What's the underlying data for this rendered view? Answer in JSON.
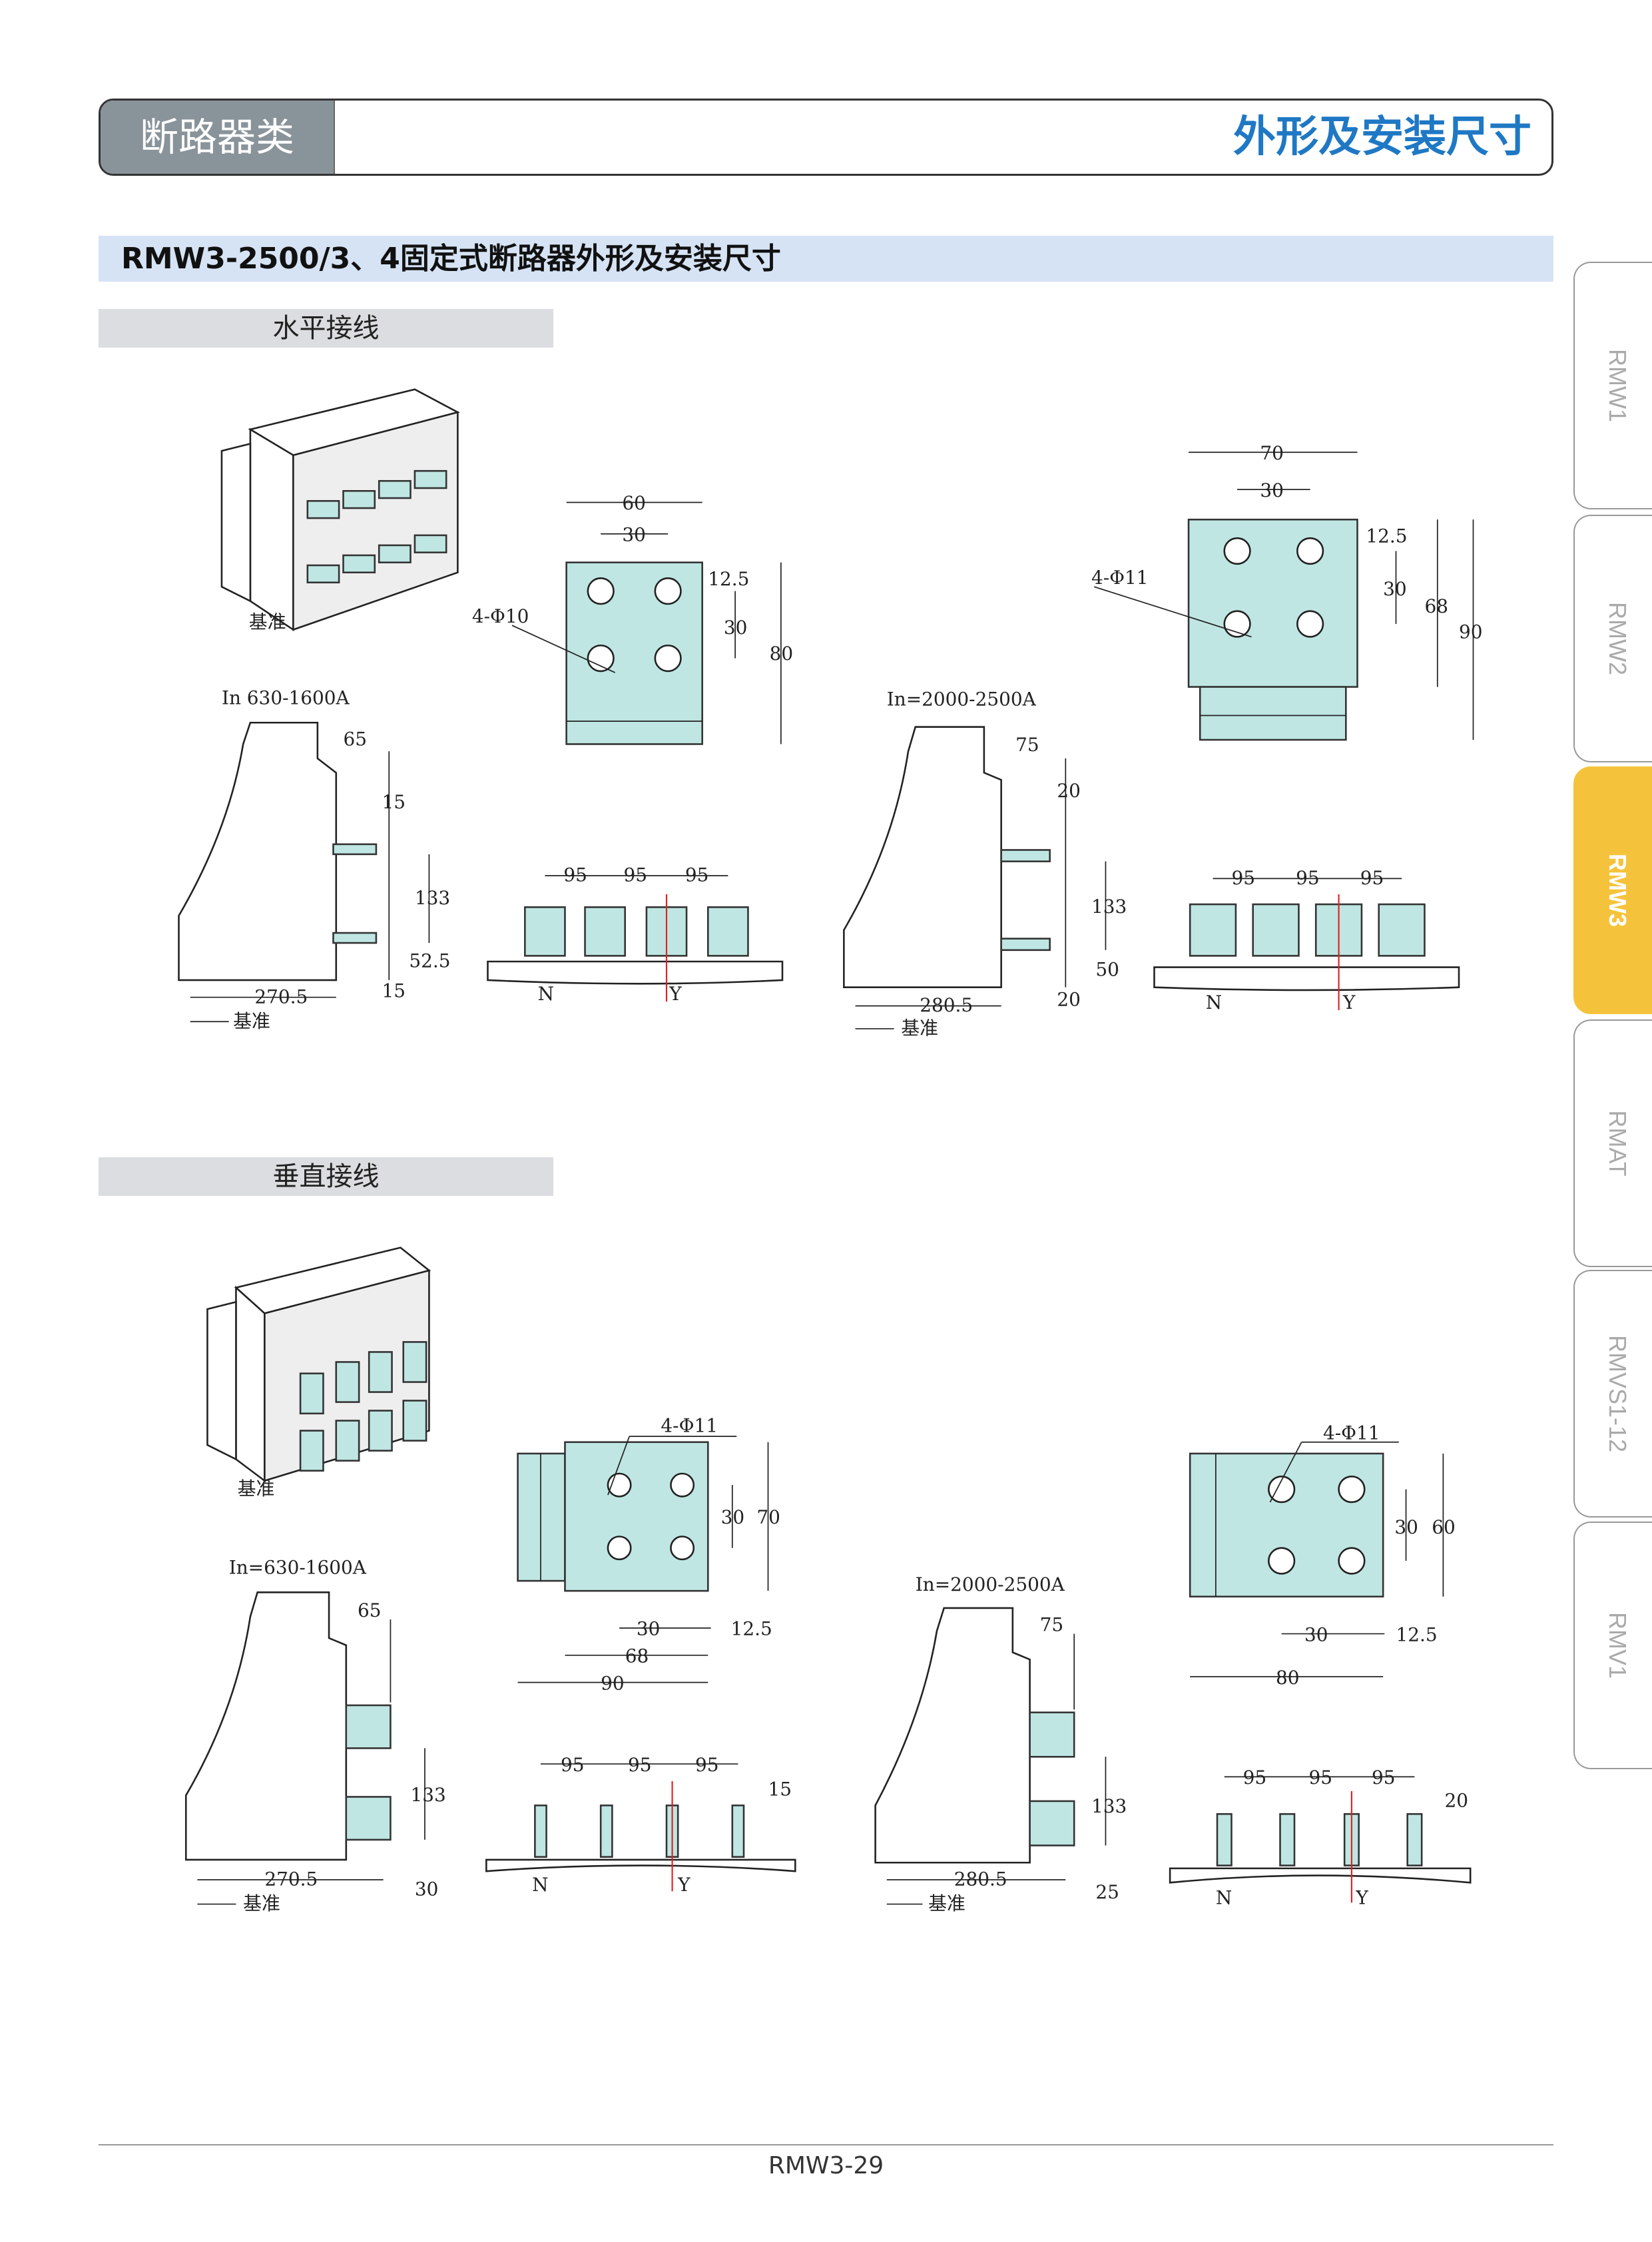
{
  "header": {
    "category": "断路器类",
    "title": "外形及安装尺寸"
  },
  "section_title": "RMW3-2500/3、4固定式断路器外形及安装尺寸",
  "subsections": {
    "horizontal": "水平接线",
    "vertical": "垂直接线"
  },
  "tabs": [
    {
      "label": "RMW1",
      "active": false
    },
    {
      "label": "RMW2",
      "active": false
    },
    {
      "label": "RMW3",
      "active": true
    },
    {
      "label": "RMAT",
      "active": false
    },
    {
      "label": "RMVS1-12",
      "active": false
    },
    {
      "label": "RMV1",
      "active": false
    }
  ],
  "colors": {
    "accent": "#1f78c4",
    "active_tab": "#f5c33b",
    "terminal": "#bfe6e3",
    "section_bg": "#d6e3f4"
  },
  "h": {
    "datum": "基准",
    "plate1": [
      "60",
      "30",
      "12.5",
      "30",
      "80",
      "4-Φ10"
    ],
    "range1": "In 630-1600A",
    "side1": [
      "65",
      "15",
      "133",
      "52.5",
      "15",
      "270.5",
      "基准"
    ],
    "bus1": [
      "95",
      "95",
      "95",
      "N",
      "Y"
    ],
    "range2": "In=2000-2500A",
    "plate2": [
      "70",
      "30",
      "12.5",
      "30",
      "68",
      "90",
      "4-Φ11"
    ],
    "side2": [
      "75",
      "20",
      "133",
      "50",
      "20",
      "280.5",
      "基准"
    ],
    "bus2": [
      "95",
      "95",
      "95",
      "N",
      "Y"
    ]
  },
  "v": {
    "datum": "基准",
    "plate3": [
      "4-Φ11",
      "30",
      "70",
      "30",
      "12.5",
      "68",
      "90"
    ],
    "range1": "In=630-1600A",
    "side3": [
      "65",
      "133",
      "270.5",
      "基准",
      "30"
    ],
    "bus3": [
      "95",
      "95",
      "95",
      "15",
      "N",
      "Y"
    ],
    "range2": "In=2000-2500A",
    "plate4": [
      "4-Φ11",
      "30",
      "60",
      "30",
      "12.5",
      "80"
    ],
    "side4": [
      "75",
      "133",
      "280.5",
      "基准",
      "25"
    ],
    "bus4": [
      "95",
      "95",
      "95",
      "20",
      "N",
      "Y"
    ]
  },
  "footer": {
    "page": "RMW3-29"
  }
}
